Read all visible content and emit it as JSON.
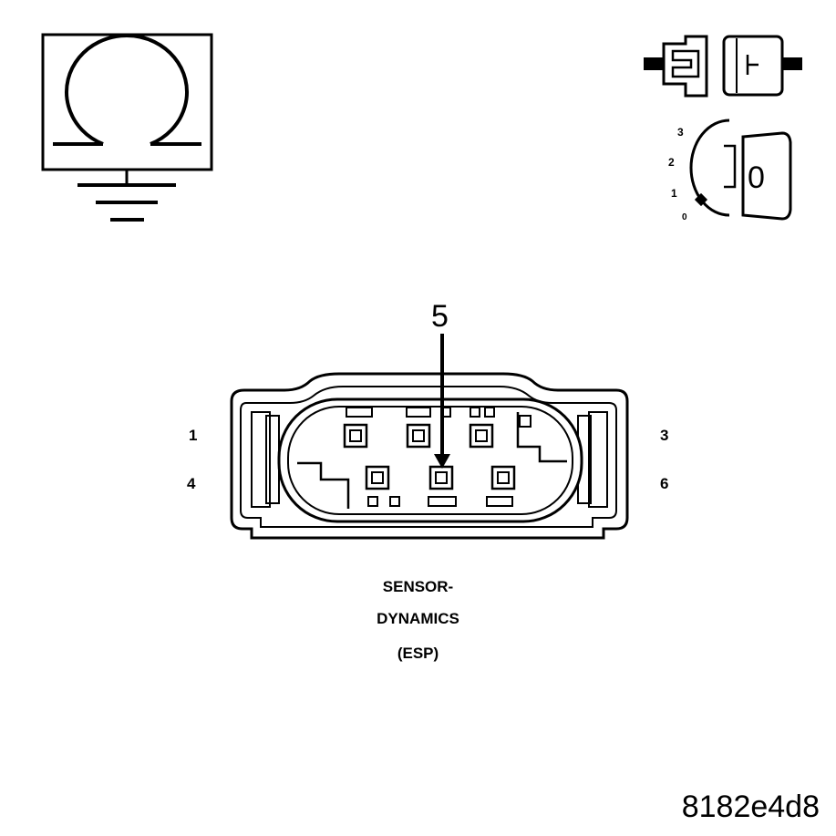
{
  "icons": {
    "ohmmeter": "ohmmeter-ground-icon",
    "disconnect": "connector-disconnect-icon",
    "ignition": "ignition-key-icon"
  },
  "ignition_key": {
    "positions": [
      "3",
      "2",
      "1",
      "0"
    ],
    "key_label": "0"
  },
  "connector": {
    "pin_callout": "5",
    "pin_labels": {
      "top_left": "1",
      "bottom_left": "4",
      "top_right": "3",
      "bottom_right": "6"
    },
    "caption_lines": [
      "SENSOR-",
      "DYNAMICS",
      "(ESP)"
    ]
  },
  "figure_id": "8182e4d8"
}
